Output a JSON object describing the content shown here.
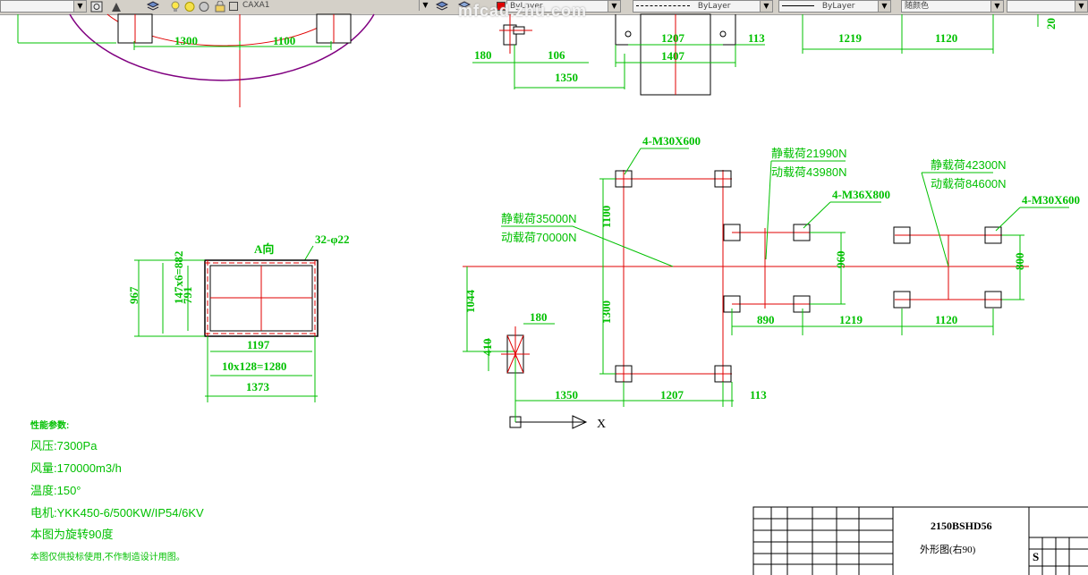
{
  "toolbar": {
    "layer_name": "CAXA1",
    "bylayer_color": "ByLayer",
    "bylayer_linetype": "ByLayer",
    "bylayer_lineweight": "ByLayer",
    "plot_style": "随颜色",
    "watermark": "mfcad.zhu.com",
    "layer_color_hex": "#e00000",
    "icon_names": [
      "layer-manager-icon",
      "layer-state-icon",
      "lightbulb-icon",
      "sun-icon",
      "lock-icon",
      "color-swatch-icon",
      "layer-prev-icon",
      "match-layer-icon"
    ]
  },
  "colors": {
    "dimension": "#00c000",
    "centerline": "#e00000",
    "outline": "#000000",
    "arc": "#800080"
  },
  "drawing": {
    "top_dims": {
      "d1300": "1300",
      "d1100": "1100",
      "d180": "180",
      "d106": "106",
      "d1350": "1350",
      "d1207": "1207",
      "d1407": "1407",
      "d113": "113",
      "d1219": "1219",
      "d1120": "1120",
      "d20": "20"
    },
    "view_a": {
      "title": "A向",
      "holes": "32-φ22",
      "d967": "967",
      "d147": "147x6=882",
      "d791": "791",
      "d1197": "1197",
      "d10x128": "10x128=1280",
      "d1373": "1373"
    },
    "plan": {
      "bolt_1": "4-M30X600",
      "bolt_2": "4-M36X800",
      "bolt_3": "4-M30X600",
      "load1_static": "静载荷35000N",
      "load1_dynamic": "动载荷70000N",
      "load2_static": "静载荷21990N",
      "load2_dynamic": "动载荷43980N",
      "load3_static": "静载荷42300N",
      "load3_dynamic": "动载荷84600N",
      "d1100": "1100",
      "d1300": "1300",
      "d1044": "1044",
      "d410": "410",
      "d180": "180",
      "d1350": "1350",
      "d1207": "1207",
      "d113": "113",
      "d960": "960",
      "d890": "890",
      "d1219": "1219",
      "d1120": "1120",
      "d800": "800",
      "axis_x": "X"
    },
    "notes": {
      "header": "性能参数:",
      "pressure": "风压:7300Pa",
      "flow": "风量:170000m3/h",
      "temp": "温度:150°",
      "motor": "电机:YKK450-6/500KW/IP54/6KV",
      "rotation": "本图为旋转90度",
      "footer": "本图仅供投标使用,不作制造设计用图。"
    },
    "title_block": {
      "drawing_no": "2150BSHD56",
      "drawing_name": "外形图(右90)",
      "sheet": "S"
    }
  }
}
